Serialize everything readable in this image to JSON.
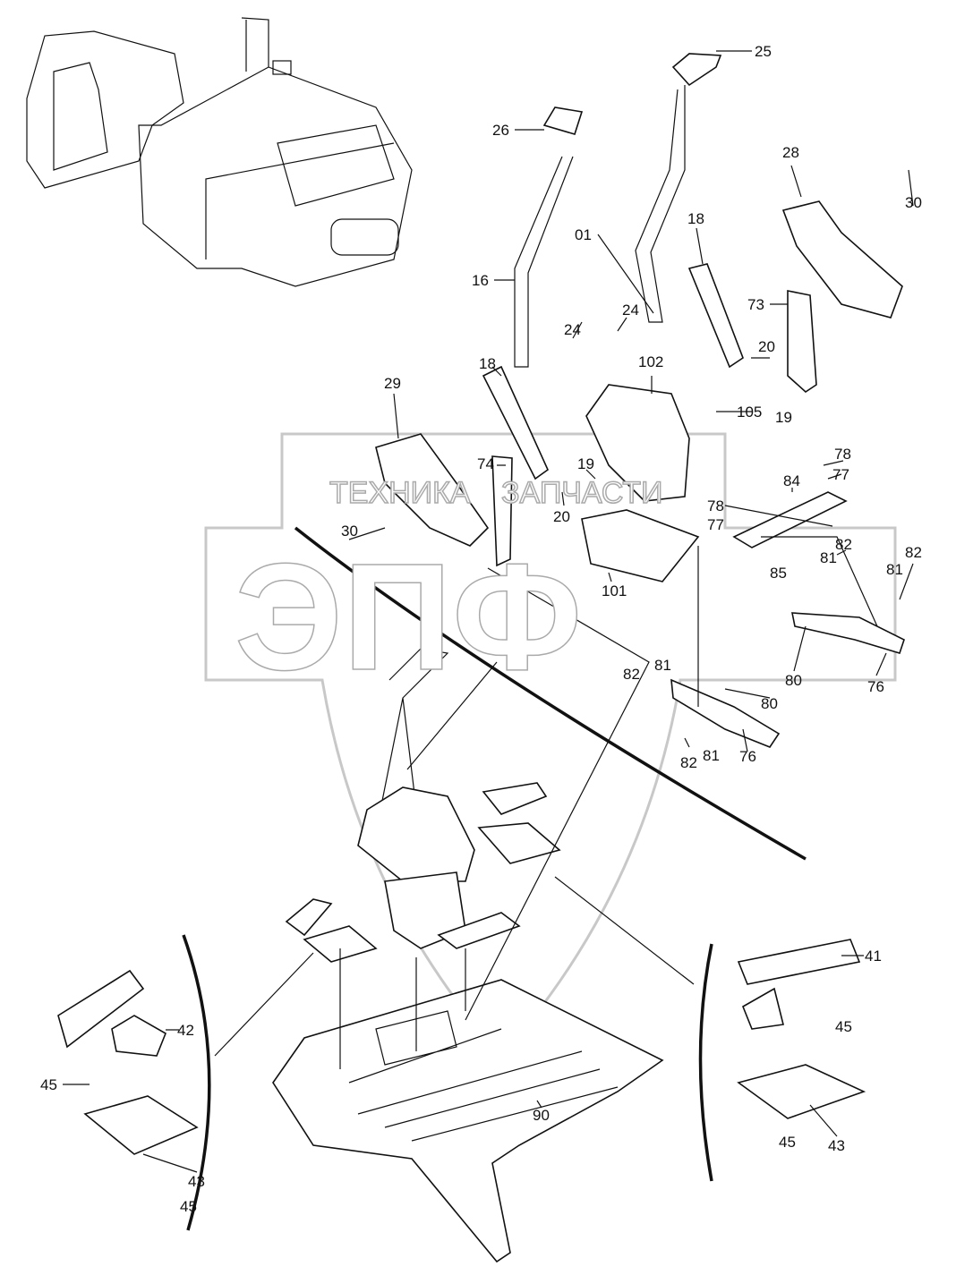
{
  "watermark": {
    "line1_left": "ТЕХНИКА",
    "line1_right": "ЗАПЧАСТИ",
    "logo": "ЭПФ"
  },
  "labels": [
    "25",
    "26",
    "28",
    "30",
    "01",
    "18",
    "16",
    "73",
    "24",
    "24",
    "18",
    "20",
    "102",
    "29",
    "19",
    "105",
    "78",
    "77",
    "84",
    "74",
    "19",
    "20",
    "78",
    "77",
    "30",
    "82",
    "82",
    "81",
    "81",
    "85",
    "101",
    "80",
    "76",
    "82",
    "81",
    "80",
    "82",
    "81",
    "76",
    "41",
    "42",
    "45",
    "45",
    "90",
    "43",
    "43",
    "45",
    "45"
  ]
}
